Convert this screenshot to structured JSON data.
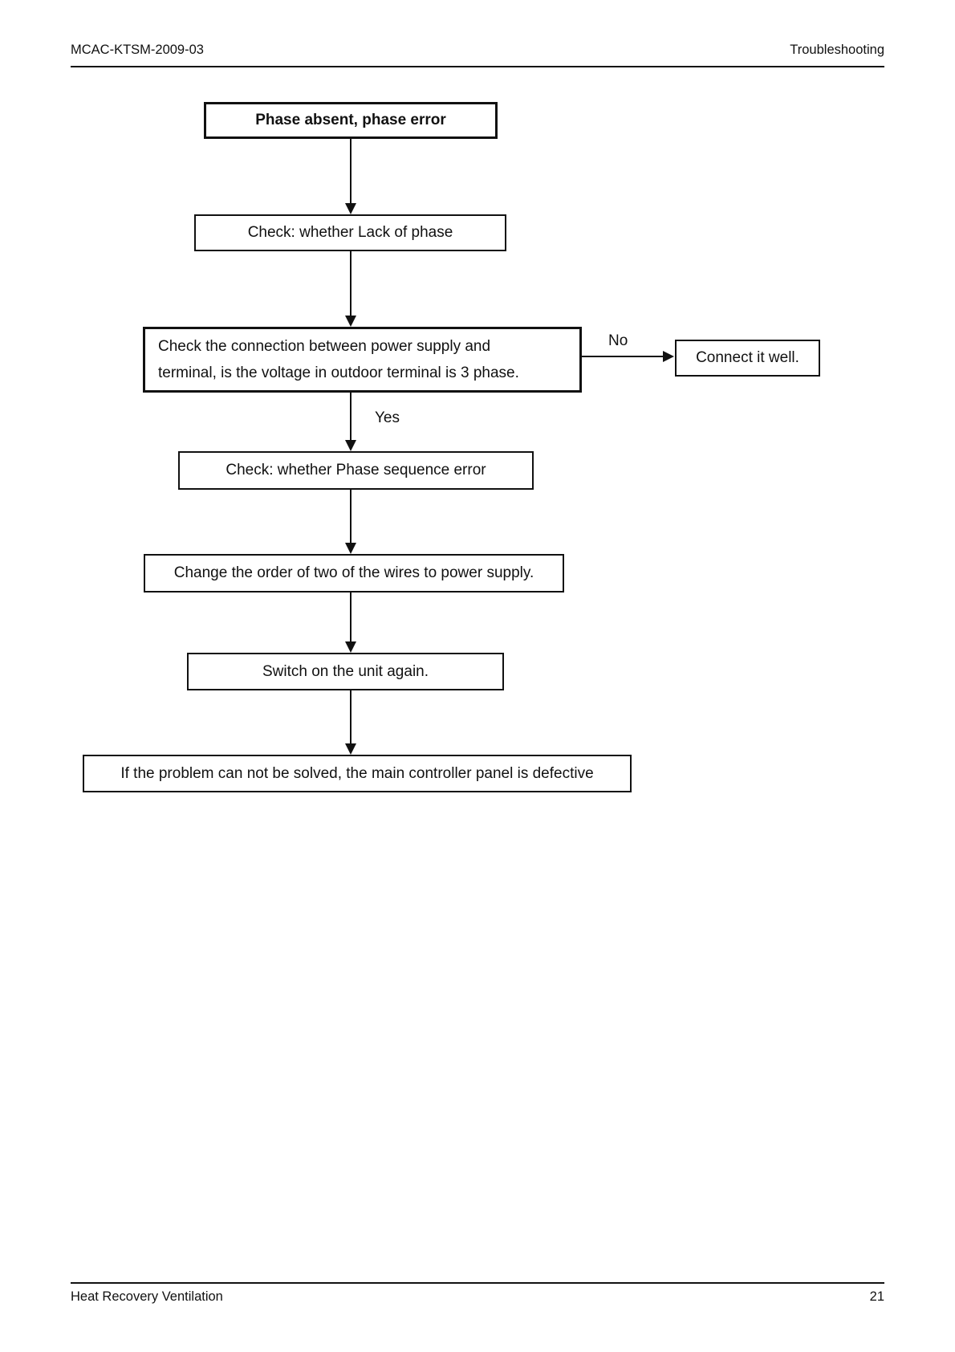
{
  "header": {
    "doc_code": "MCAC-KTSM-2009-03",
    "section": "Troubleshooting"
  },
  "footer": {
    "title": "Heat Recovery Ventilation",
    "page_number": "21"
  },
  "flowchart": {
    "title": "Phase absent, phase error",
    "check_lack_of_phase": "Check: whether Lack of phase",
    "check_connection": {
      "line1": "Check the connection between power supply and",
      "line2": "terminal, is the voltage in outdoor terminal is 3 phase."
    },
    "no_label": "No",
    "connect_it_well": "Connect it well.",
    "yes_label": "Yes",
    "check_phase_sequence": "Check: whether Phase sequence error",
    "change_wire_order": "Change the order of two of the wires to power supply.",
    "switch_on_again": "Switch on the unit again.",
    "panel_defective": "If the problem can not be solved, the main controller panel is defective"
  }
}
